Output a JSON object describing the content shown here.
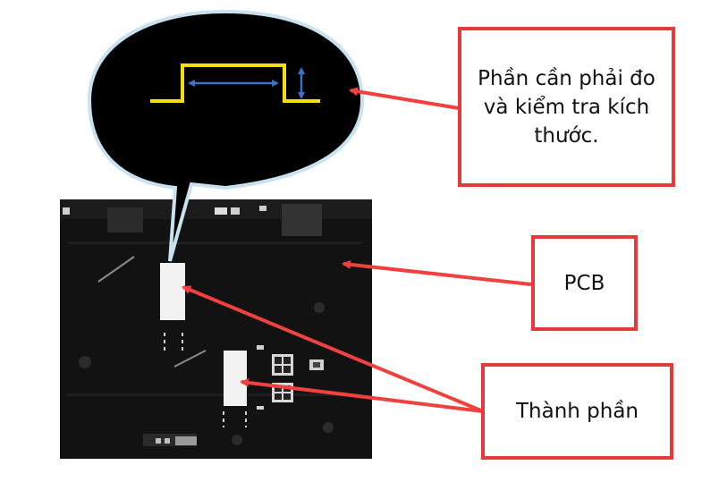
{
  "labels": {
    "measure": "Phần cần phải đo và kiểm tra kích thước.",
    "pcb": "PCB",
    "component": "Thành phần"
  },
  "colors": {
    "callout_border": "#e63a3a",
    "arrow": "#f0413f",
    "signal": "#f5dd12",
    "dimension": "#3b73c9",
    "board": "#121212",
    "bubble": "#000000"
  },
  "icons": {
    "pulse": "square-pulse-icon",
    "width_dimension": "double-arrow-horizontal-icon",
    "height_dimension": "double-arrow-vertical-icon"
  }
}
